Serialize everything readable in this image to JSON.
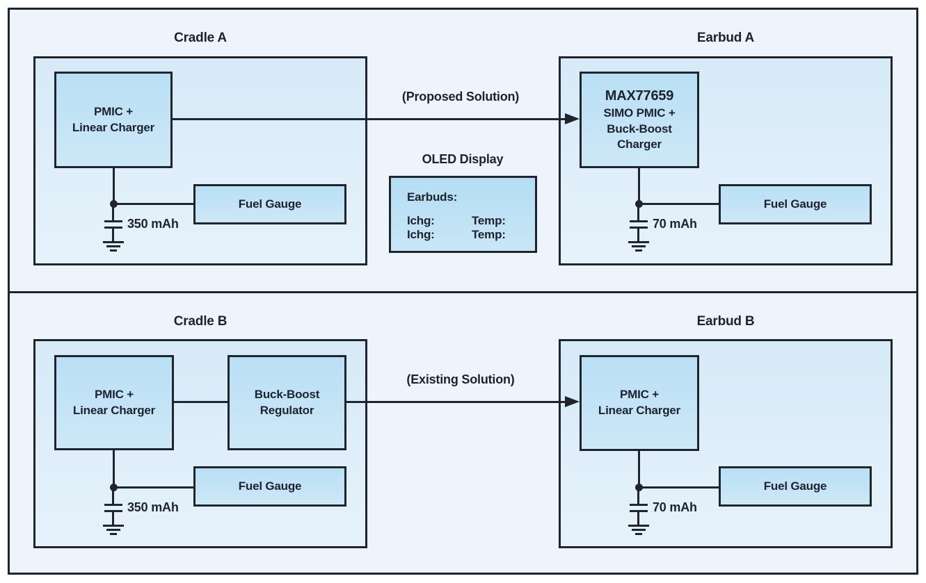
{
  "colors": {
    "border": "#20242c",
    "canvas_fill": "#edf4fb",
    "bigbox_fill_top": "#d6eaf8",
    "bigbox_fill_bottom": "#e6f2fb",
    "chip_fill_top": "#b9dff4",
    "chip_fill_bottom": "#cde8f8",
    "text": "#1d232e"
  },
  "top": {
    "cradle_title": "Cradle A",
    "earbud_title": "Earbud A",
    "solution_label": "(Proposed Solution)",
    "cradle_chip_line1": "PMIC +",
    "cradle_chip_line2": "Linear Charger",
    "earbud_chip_title": "MAX77659",
    "earbud_chip_line1": "SIMO PMIC +",
    "earbud_chip_line2": "Buck-Boost",
    "earbud_chip_line3": "Charger",
    "cradle_fuel_gauge": "Fuel Gauge",
    "earbud_fuel_gauge": "Fuel Gauge",
    "cradle_battery_label": "350 mAh",
    "earbud_battery_label": "70 mAh",
    "oled": {
      "title": "OLED Display",
      "header": "Earbuds:",
      "rows": [
        {
          "ichg": "Ichg:",
          "temp": "Temp:"
        },
        {
          "ichg": "Ichg:",
          "temp": "Temp:"
        }
      ]
    }
  },
  "bottom": {
    "cradle_title": "Cradle B",
    "earbud_title": "Earbud B",
    "solution_label": "(Existing Solution)",
    "cradle_chip_line1": "PMIC +",
    "cradle_chip_line2": "Linear Charger",
    "regulator_line1": "Buck-Boost",
    "regulator_line2": "Regulator",
    "earbud_chip_line1": "PMIC +",
    "earbud_chip_line2": "Linear Charger",
    "cradle_fuel_gauge": "Fuel Gauge",
    "earbud_fuel_gauge": "Fuel Gauge",
    "cradle_battery_label": "350 mAh",
    "earbud_battery_label": "70 mAh"
  }
}
